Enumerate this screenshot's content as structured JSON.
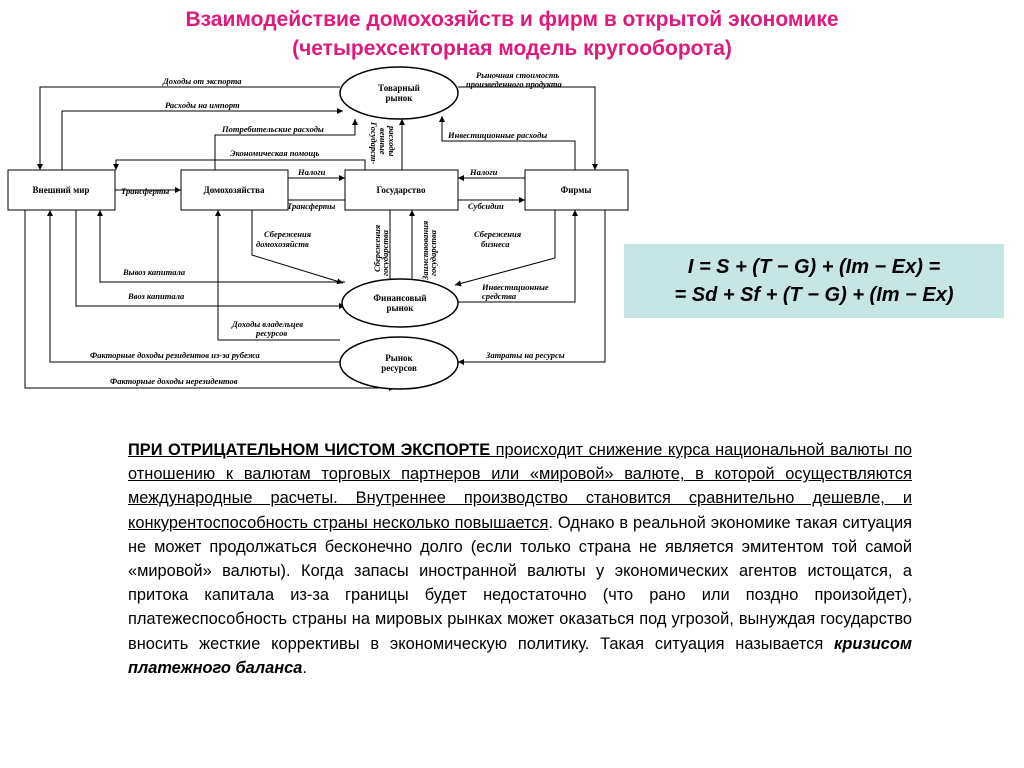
{
  "title": {
    "line1": "Взаимодействие домохозяйств и фирм в открытой экономике",
    "line2": "(четырехсекторная модель кругооборота)"
  },
  "colors": {
    "title": "#e0197d",
    "formula_bg": "#c6e6e6"
  },
  "diagram": {
    "nodes": {
      "world": "Внешний мир",
      "households": "Домохозяйства",
      "government": "Государство",
      "firms": "Фирмы",
      "goods_market_1": "Товарный",
      "goods_market_2": "рынок",
      "financial_market_1": "Финансовый",
      "financial_market_2": "рынок",
      "resource_market_1": "Рынок",
      "resource_market_2": "ресурсов"
    },
    "labels": {
      "export_income": "Доходы от экспорта",
      "import_expenses": "Расходы на импорт",
      "consumer_spending": "Потребительские расходы",
      "economic_aid": "Экономическая помощь",
      "taxes_hh": "Налоги",
      "transfers_gov": "Трансферты",
      "transfers_world": "Трансферты",
      "taxes_firms": "Налоги",
      "subsidies": "Субсидии",
      "market_value_1": "Рыночная стоимость",
      "market_value_2": "произведенного продукта",
      "investment_spending": "Инвестиционные расходы",
      "gov_spending_1": "Государст-",
      "gov_spending_2": "венные",
      "gov_spending_3": "расходы",
      "hh_savings_1": "Сбережения",
      "hh_savings_2": "домохозяйств",
      "gov_savings_1": "Сбережения",
      "gov_savings_2": "государства",
      "gov_borrowing_1": "Заимствования",
      "gov_borrowing_2": "государства",
      "biz_savings_1": "Сбережения",
      "biz_savings_2": "бизнеса",
      "capital_outflow": "Вывоз капитала",
      "capital_inflow": "Ввоз капитала",
      "invest_funds_1": "Инвестиционные",
      "invest_funds_2": "средства",
      "owner_income_1": "Доходы владельцев",
      "owner_income_2": "ресурсов",
      "factor_income_res": "Факторные доходы резидентов из-за рубежа",
      "resource_costs": "Затраты на ресурсы",
      "factor_income_nonres": "Факторные доходы нерезидентов"
    }
  },
  "formula": {
    "line1": "I = S + (T − G) + (Im − Ex) =",
    "line2": "= Sd + Sf + (T − G) + (Im − Ex)"
  },
  "paragraph": {
    "lead": "ПРИ ОТРИЦАТЕЛЬНОМ ЧИСТОМ ЭКСПОРТЕ",
    "underlined": " происходит снижение курса национальной валюты по отношению к валютам торговых партнеров или «мировой» валюте, в которой осуществляются международные расчеты. Внутреннее производство становится сравнительно дешевле, и конкурентоспособность страны несколько повышается",
    "rest": ". Однако в реальной экономике такая ситуация не может продолжаться бесконечно долго (если только страна не является эмитентом той самой «мировой» валюты). Когда запасы иностранной валюты у экономических агентов истощатся, а притока капитала из-за границы будет недостаточно (что рано или поздно произойдет), платежеспособность страны на мировых рынках может оказаться под угрозой, вынуждая государство вносить жесткие коррективы в экономическую политику. Такая ситуация называется ",
    "term": "кризисом платежного баланса",
    "end": "."
  }
}
